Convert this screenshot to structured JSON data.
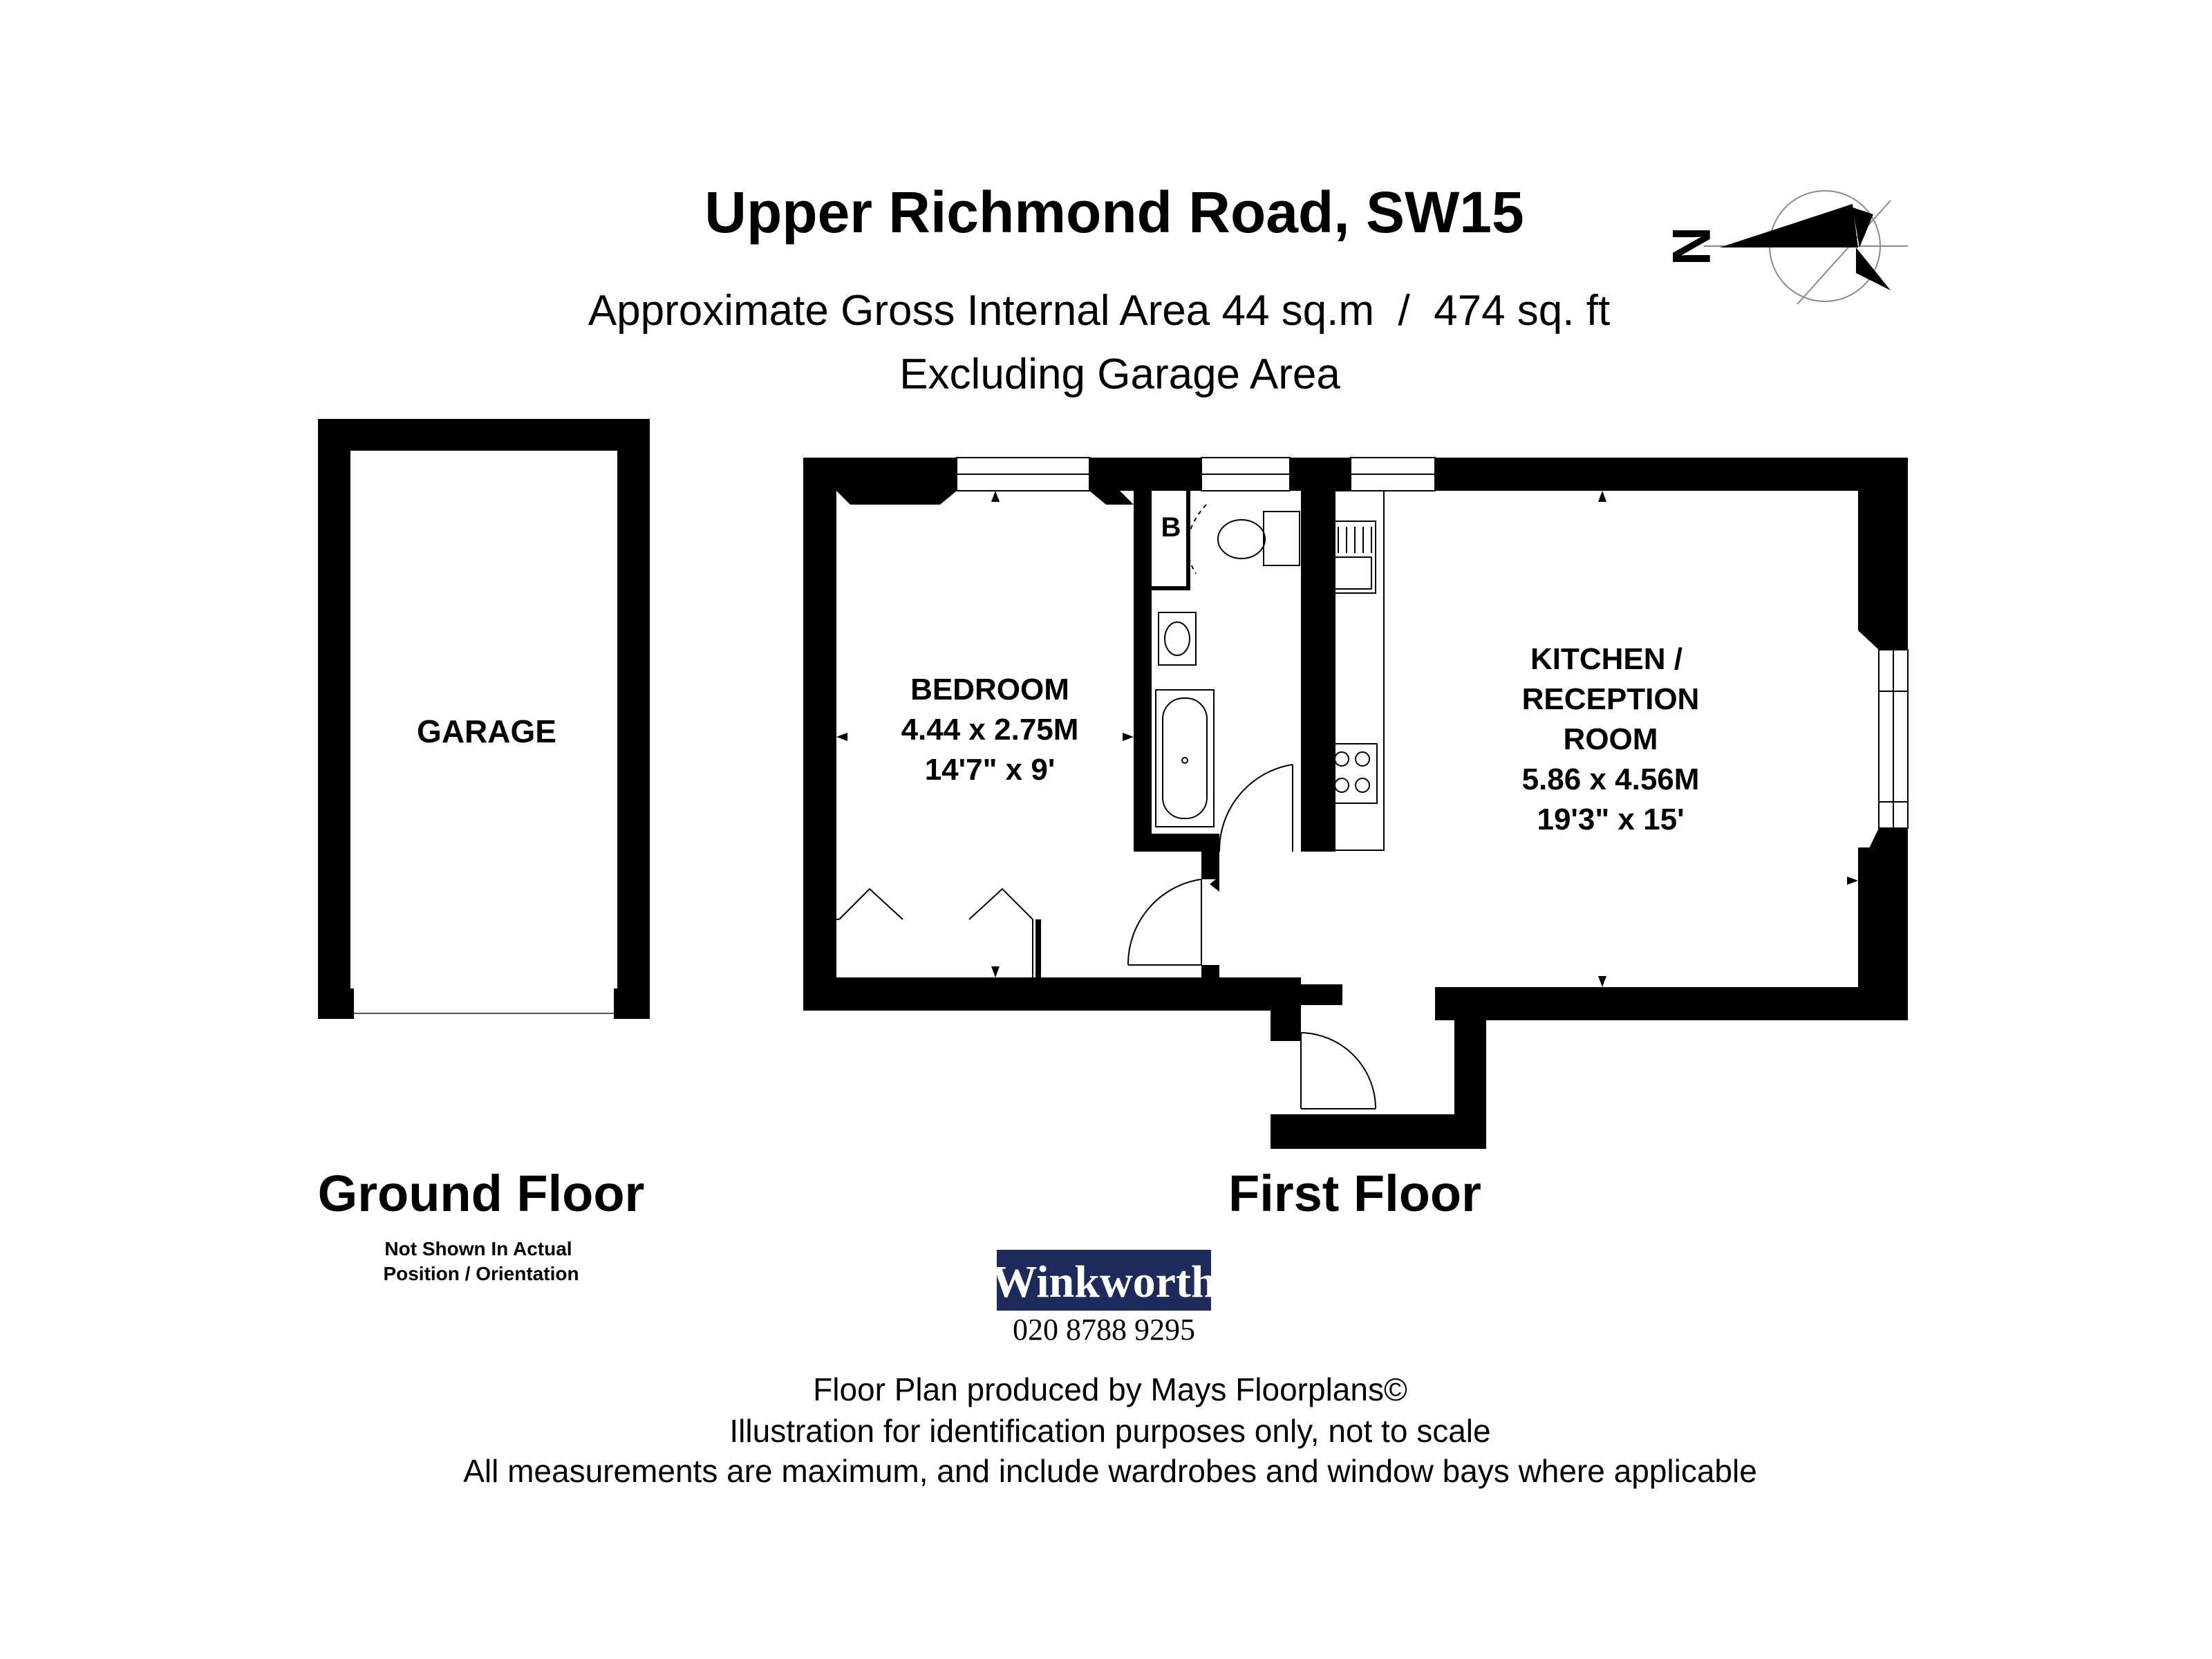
{
  "title": "Upper Richmond Road, SW15",
  "area_line": "Approximate Gross Internal Area 44 sq.m  /  474 sq. ft",
  "area_note": "Excluding Garage Area",
  "compass_label": "N",
  "garage": {
    "label": "GARAGE",
    "floor_label": "Ground Floor",
    "note_line1": "Not Shown In Actual",
    "note_line2": "Position / Orientation"
  },
  "first_floor": {
    "floor_label": "First Floor",
    "boiler_label": "B",
    "bedroom": {
      "name": "BEDROOM",
      "metric": "4.44 x 2.75M",
      "imperial": "14'7\" x 9'"
    },
    "kitchen": {
      "name_line1": "KITCHEN /",
      "name_line2": "RECEPTION",
      "name_line3": "ROOM",
      "metric": "5.86 x 4.56M",
      "imperial": "19'3\" x 15'"
    }
  },
  "brand": {
    "name": "Winkworth",
    "phone": "020 8788 9295",
    "color": "#1d2a5c"
  },
  "footer": {
    "line1": "Floor Plan produced by Mays Floorplans©",
    "line2": "Illustration for identification purposes only, not to scale",
    "line3": "All measurements are maximum, and include wardrobes and window bays where applicable"
  }
}
